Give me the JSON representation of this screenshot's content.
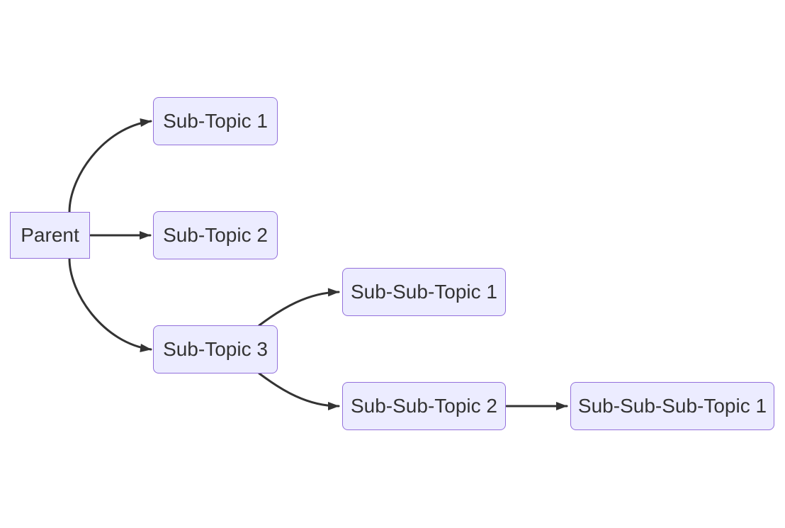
{
  "diagram": {
    "type": "flowchart",
    "direction": "left-to-right",
    "style": {
      "background": "#ffffff",
      "node_fill": "#ECECFF",
      "node_border": "#9370DB",
      "text_color": "#333333",
      "edge_color": "#333333"
    },
    "nodes": [
      {
        "id": "parent",
        "label": "Parent",
        "shape": "rectangle"
      },
      {
        "id": "sub1",
        "label": "Sub-Topic 1",
        "shape": "rounded"
      },
      {
        "id": "sub2",
        "label": "Sub-Topic 2",
        "shape": "rounded"
      },
      {
        "id": "sub3",
        "label": "Sub-Topic 3",
        "shape": "rounded"
      },
      {
        "id": "subsub1",
        "label": "Sub-Sub-Topic 1",
        "shape": "rounded"
      },
      {
        "id": "subsub2",
        "label": "Sub-Sub-Topic 2",
        "shape": "rounded"
      },
      {
        "id": "subsubsub1",
        "label": "Sub-Sub-Sub-Topic 1",
        "shape": "rounded"
      }
    ],
    "edges": [
      {
        "from": "parent",
        "to": "sub1",
        "arrow": "filled-triangle"
      },
      {
        "from": "parent",
        "to": "sub2",
        "arrow": "filled-triangle"
      },
      {
        "from": "parent",
        "to": "sub3",
        "arrow": "filled-triangle"
      },
      {
        "from": "sub3",
        "to": "subsub1",
        "arrow": "filled-triangle"
      },
      {
        "from": "sub3",
        "to": "subsub2",
        "arrow": "filled-triangle"
      },
      {
        "from": "subsub2",
        "to": "subsubsub1",
        "arrow": "filled-triangle"
      }
    ]
  }
}
